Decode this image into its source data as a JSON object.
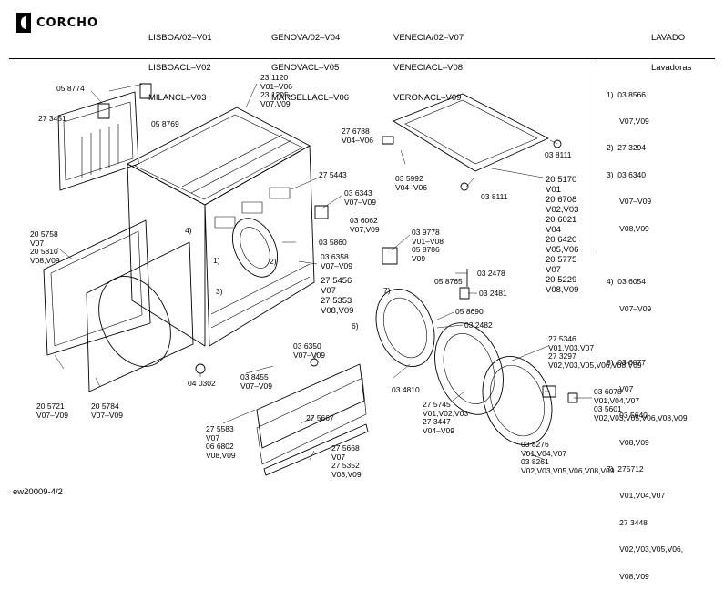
{
  "brand": {
    "name": "CORCHO"
  },
  "header": {
    "col1": [
      "LISBOA/02–V01",
      "LISBOACL–V02",
      "MILANCL–V03"
    ],
    "col2": [
      "GENOVA/02–V04",
      "GENOVACL–V05",
      "MARSELLACL–V06"
    ],
    "col3": [
      "VENECIA/02–V07",
      "VENECIACL–V08",
      "VERONACL–V09"
    ],
    "right": [
      "LAVADO",
      "Lavadoras"
    ]
  },
  "legend": [
    "1)  03 8566",
    "      V07,V09",
    "2)  27 3294",
    "3)  03 6340",
    "      V07–V09",
    "      V08,V09",
    "",
    "4)  03 6054",
    "      V07–V09",
    "",
    "6)  03 6077",
    "      V07",
    "      03 5640",
    "      V08,V09",
    "7)  275712",
    "      V01,V04,V07",
    "      27 3448",
    "      V02,V03,V05,V06,",
    "      V08,V09"
  ],
  "labels": {
    "l_058774": "05 8774",
    "l_273451": "27 3451",
    "l_058769": "05 8769",
    "l_231120": "23 1120\nV01–V06\n23 1205\nV07,V09",
    "l_276788": "27 6788\nV04–V06",
    "l_038111a": "03 8111",
    "l_035992": "03 5992\nV04–V06",
    "l_038111b": "03 8111",
    "l_275443": "27 5443",
    "l_036343": "03 6343\nV07–V09",
    "l_036062": "03 6062\nV07,V09",
    "l_035860": "03 5860",
    "l_036358": "03 6358\nV07–V09",
    "l_039778": "03 9778\nV01–V08\n05 8786\nV09",
    "l_205170": "20 5170\nV01\n20 6708\nV02,V03\n20 6021\nV04\n20 6420\nV05,V06\n20 5775\nV07\n20 5229\nV08,V09",
    "l_205758": "20 5758\nV07\n20 5810\nV08,V09",
    "l_275456": "27 5456\nV07\n27 5353\nV08,V09",
    "l_032478": "03 2478",
    "l_058765": "05 8765",
    "l_032481": "03 2481",
    "l_058690": "05 8690",
    "l_032482": "03 2482",
    "l_036350": "03 6350\nV07–V09",
    "l_038455": "03 8455\nV07–V09",
    "l_040302": "04 0302",
    "l_275346": "27 5346\nV01,V03,V07\n27 3297\nV02,V03,V05,V06,V08,V09",
    "l_205721": "20 5721\nV07–V09",
    "l_205784": "20 5784\nV07–V09",
    "l_275667": "27 5667",
    "l_034810": "03 4810",
    "l_275745": "27 5745\nV01,V02,V03\n27 3447\nV04–V09",
    "l_036078": "03 6078\nV01,V04,V07\n03 5601\nV02,V03,V05,V06,V08,V09",
    "l_275583": "27 5583\nV07\n06 6802\nV08,V09",
    "l_275668": "27 5668\nV07\n27 5352\nV08,V09",
    "l_038276": "03 8276\nV01,V04,V07\n03 8261\nV02,V03,V05,V06,V08,V09",
    "c1": "1)",
    "c2": "2)",
    "c3": "3)",
    "c4": "4)",
    "c6": "6)",
    "c7": "7)"
  },
  "footer": {
    "code": "ew20009-4/2"
  }
}
